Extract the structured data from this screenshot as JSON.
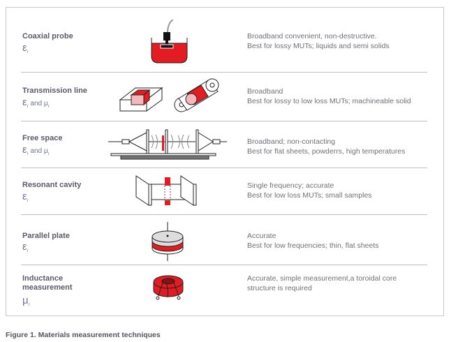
{
  "rows": [
    {
      "title": "Coaxial probe",
      "symbol": "ε",
      "symbol_sub": "r",
      "symbol_extra": "",
      "desc1": "Broadband convenient, non-destructive.",
      "desc2": "Best for lossy MUTs; liquids and semi solids"
    },
    {
      "title": "Transmission line",
      "symbol": "ε",
      "symbol_sub": "r",
      "symbol_extra": " and μ",
      "desc1": "Broadband",
      "desc2": "Best for lossy to low loss MUTs; machineable solid"
    },
    {
      "title": "Free space",
      "symbol": "ε",
      "symbol_sub": "r",
      "symbol_extra": " and μ",
      "desc1": "Broadband; non-contacting",
      "desc2": "Best for flat sheets, powderrs, high temperatures"
    },
    {
      "title": "Resonant cavity",
      "symbol": "ε",
      "symbol_sub": "r",
      "symbol_extra": "",
      "desc1": "Single frequency; accurate",
      "desc2": "Best for low loss MUTs; small samples"
    },
    {
      "title": "Parallel plate",
      "symbol": "ε",
      "symbol_sub": "r",
      "symbol_extra": "",
      "desc1": "Accurate",
      "desc2": "Best for low frequencies; thin, flat sheets"
    },
    {
      "title": "Inductance measurement",
      "symbol": "μ",
      "symbol_sub": "r",
      "symbol_extra": "",
      "desc1": "Accurate, simple measurement,a toroidal core",
      "desc2": "structure is required"
    }
  ],
  "caption": "Figure 1. Materials measurement techniques",
  "colors": {
    "accent": "#e31b23",
    "text": "#707078"
  }
}
